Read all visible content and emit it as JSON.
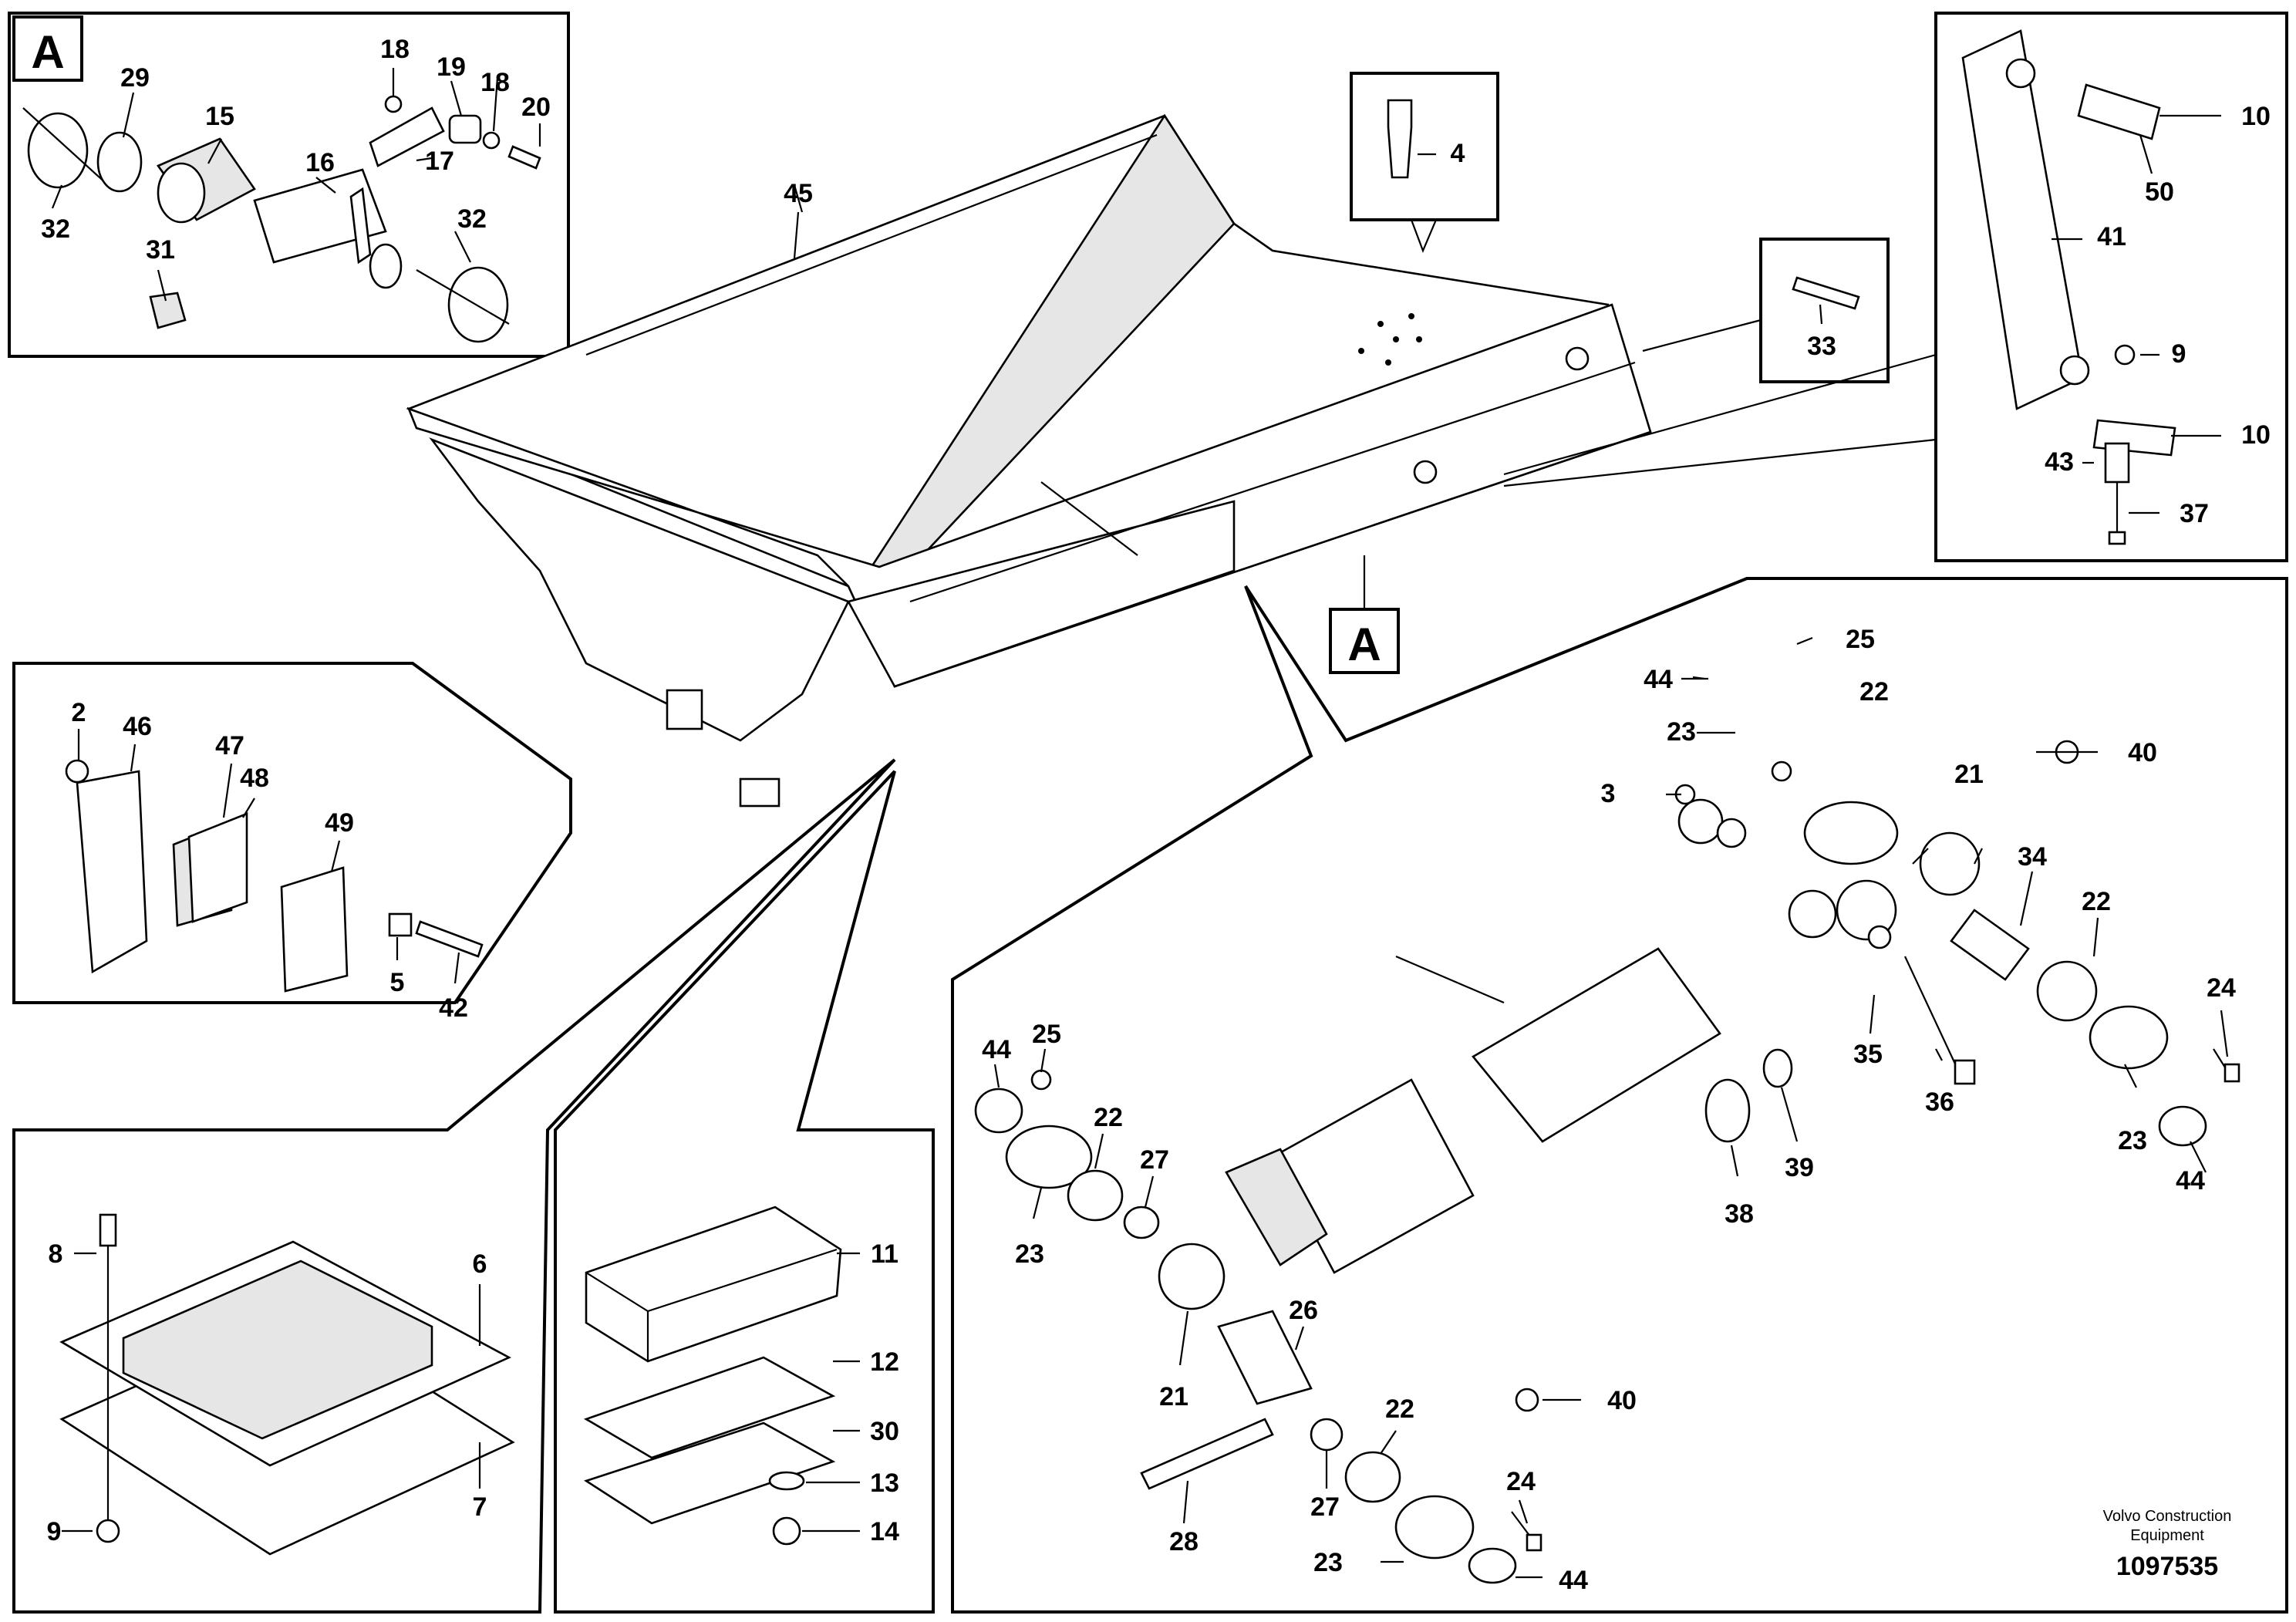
{
  "callouts": {
    "a2": "2",
    "a3": "3",
    "a4": "4",
    "a5": "5",
    "a6": "6",
    "a7": "7",
    "a8": "8",
    "a9_left": "9",
    "a9_right": "9",
    "a10_top": "10",
    "a10_bot": "10",
    "a11": "11",
    "a12": "12",
    "a13": "13",
    "a14": "14",
    "a15": "15",
    "a16": "16",
    "a17": "17",
    "a18_l": "18",
    "a18_r": "18",
    "a19": "19",
    "a20": "20",
    "a21_r": "21",
    "a21_l": "21",
    "a22_tr": "22",
    "a22_r": "22",
    "a22_l": "22",
    "a22_b": "22",
    "a23_tr": "23",
    "a23_r": "23",
    "a23_l": "23",
    "a23_b": "23",
    "a24_r": "24",
    "a24_b": "24",
    "a25_tr": "25",
    "a25_l": "25",
    "a26": "26",
    "a27_l": "27",
    "a27_b": "27",
    "a28": "28",
    "a29": "29",
    "a30": "30",
    "a31": "31",
    "a32_l": "32",
    "a32_r": "32",
    "a33": "33",
    "a34": "34",
    "a35": "35",
    "a36": "36",
    "a37": "37",
    "a38": "38",
    "a39": "39",
    "a40_t": "40",
    "a40_b": "40",
    "a41": "41",
    "a42": "42",
    "a43": "43",
    "a44_tr": "44",
    "a44_r": "44",
    "a44_l": "44",
    "a44_b": "44",
    "a45": "45",
    "a46": "46",
    "a47": "47",
    "a48": "48",
    "a49": "49",
    "a50": "50"
  },
  "detail_marker": "A",
  "detail_marker_ref": "A",
  "footer": {
    "line1": "Volvo Construction",
    "line2": "Equipment",
    "code": "1097535"
  }
}
